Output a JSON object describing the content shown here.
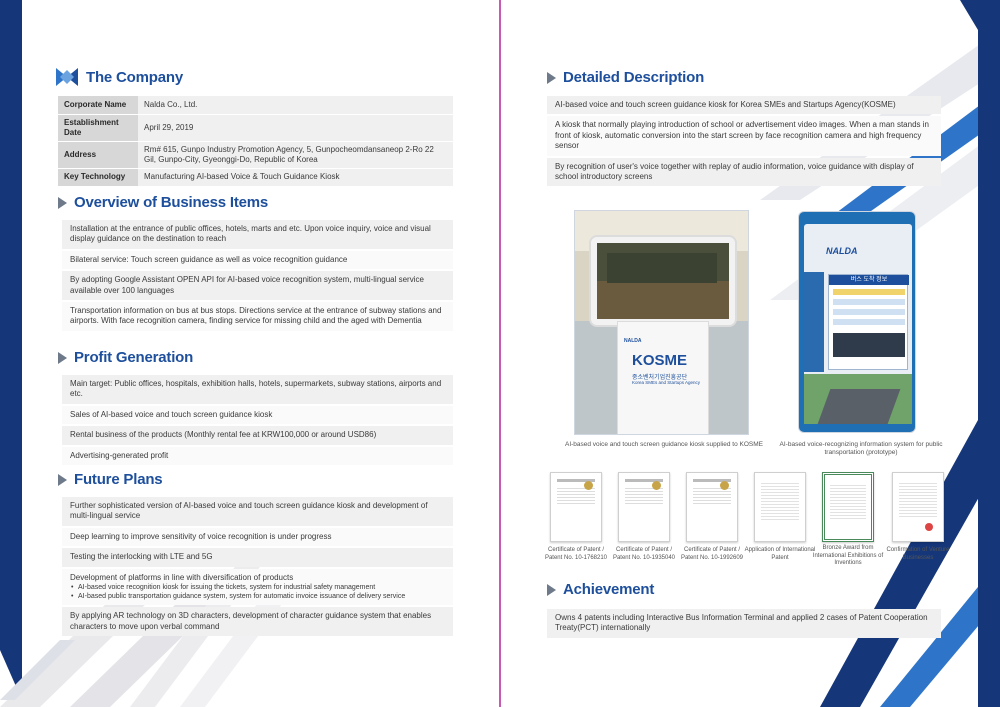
{
  "company": {
    "title": "The Company",
    "rows": [
      {
        "key": "Corporate Name",
        "value": "Nalda Co., Ltd."
      },
      {
        "key": "Establishment Date",
        "value": "April 29, 2019"
      },
      {
        "key": "Address",
        "value": "Rm# 615, Gunpo Industry Promotion Agency, 5, Gunpocheomdansaneop 2-Ro 22 Gil, Gunpo-City, Gyeonggi-Do, Republic of Korea"
      },
      {
        "key": "Key Technology",
        "value": "Manufacturing AI-based Voice & Touch Guidance Kiosk"
      }
    ]
  },
  "overview": {
    "title": "Overview of Business Items",
    "items": [
      "Installation at the entrance of public offices, hotels, marts and etc. Upon voice inquiry, voice and visual display guidance on the destination to reach",
      "Bilateral service: Touch screen guidance as well as voice recognition guidance",
      "By adopting Google Assistant OPEN API for AI-based voice recognition system, multi-lingual service available over 100 languages",
      "Transportation information on bus at bus stops. Directions service at the entrance of subway stations and airports. With face recognition camera, finding service for missing child and the aged with Dementia"
    ]
  },
  "profit": {
    "title": "Profit Generation",
    "items": [
      "Main target: Public offices, hospitals, exhibition halls, hotels, supermarkets, subway stations, airports and etc.",
      "Sales of AI-based voice and touch screen guidance kiosk",
      "Rental business of the products (Monthly rental fee at KRW100,000 or around USD86)",
      "Advertising-generated profit"
    ]
  },
  "future": {
    "title": "Future Plans",
    "items": [
      "Further sophisticated version of AI-based voice and touch screen guidance kiosk and development of multi-lingual service",
      "Deep learning to improve sensitivity of voice recognition is under progress",
      "Testing the interlocking with LTE and 5G",
      "Development of platforms in line with diversification of products",
      "By applying AR technology on 3D characters, development of character guidance system that enables characters to move upon verbal command"
    ],
    "subitems": [
      "AI-based voice recognition kiosk for issuing the tickets, system for industrial safety management",
      "AI-based public transportation guidance system, system for automatic invoice issuance of delivery service"
    ]
  },
  "detailed": {
    "title": "Detailed Description",
    "items": [
      "AI-based voice and touch screen guidance kiosk for Korea SMEs and Startups Agency(KOSME)",
      "A kiosk that normally playing introduction of school or advertisement video images. When a man stands in front of kiosk, automatic conversion into the start screen by face recognition camera and high frequency sensor",
      "By recognition of user's voice together with replay of audio information, voice guidance with display of school introductory screens"
    ]
  },
  "photos": {
    "left_caption": "AI-based voice and touch screen guidance kiosk supplied to KOSME",
    "right_caption": "AI-based voice-recognizing information system for public transportation (prototype)",
    "kiosk_brand": "NALDA",
    "kiosk_sign": "KOSME",
    "kiosk_sign_kr": "중소벤처기업진흥공단",
    "kiosk_sign_sub": "Korea SMEs and Startups Agency",
    "phone_brand": "NALDA",
    "phone_panel": "버스 도착 정보"
  },
  "certs": [
    "Certificate of Patent / Patent No. 10-1768210",
    "Certificate of Patent / Patent No. 10-1935040",
    "Certificate of Patent / Patent No. 10-1992609",
    "Application of International Patent",
    "Bronze Award from International Exhibitions of Inventions",
    "Confirmation of Venture Businesses"
  ],
  "achievement": {
    "title": "Achievement",
    "text": "Owns 4 patents including Interactive Bus Information Terminal and applied 2 cases of Patent Cooperation Treaty(PCT) internationally"
  },
  "colors": {
    "heading": "#1d4f9c",
    "navy": "#15377a",
    "blue": "#2e74c8",
    "spine": "#c85ab4"
  }
}
